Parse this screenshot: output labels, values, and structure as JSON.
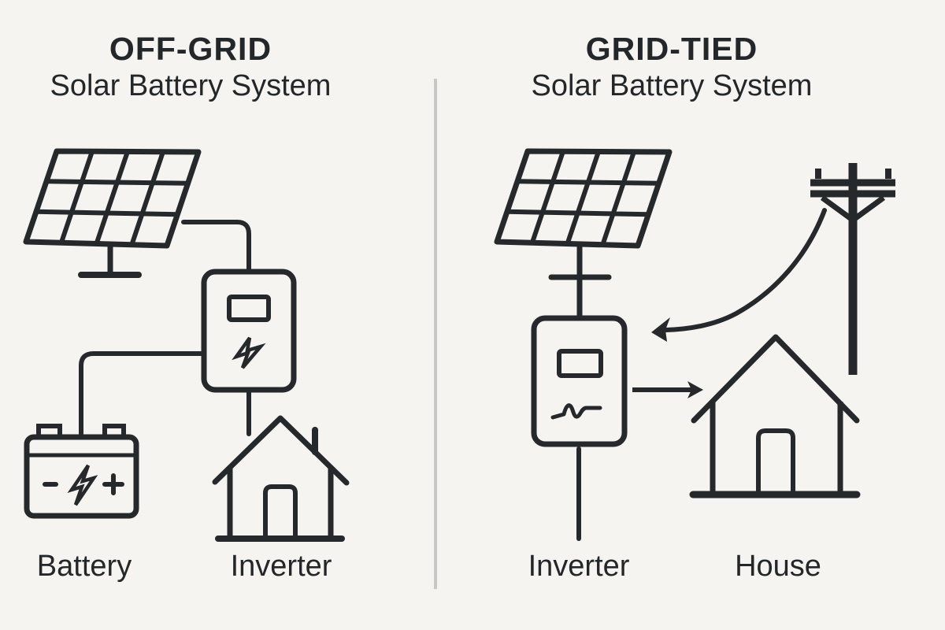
{
  "theme": {
    "background": "#f5f4f1",
    "line_color": "#26292b",
    "text_color": "#24272a",
    "divider_color": "#c9c8c6"
  },
  "left_panel": {
    "title": "OFF-GRID",
    "subtitle": "Solar Battery System",
    "labels": {
      "battery": "Battery",
      "inverter": "Inverter"
    },
    "icons": [
      "solar-panel",
      "inverter",
      "battery",
      "house"
    ]
  },
  "right_panel": {
    "title": "GRID-TIED",
    "subtitle": "Solar Battery System",
    "labels": {
      "inverter": "Inverter",
      "house": "House"
    },
    "icons": [
      "solar-panel",
      "inverter",
      "utility-pole",
      "house"
    ]
  }
}
